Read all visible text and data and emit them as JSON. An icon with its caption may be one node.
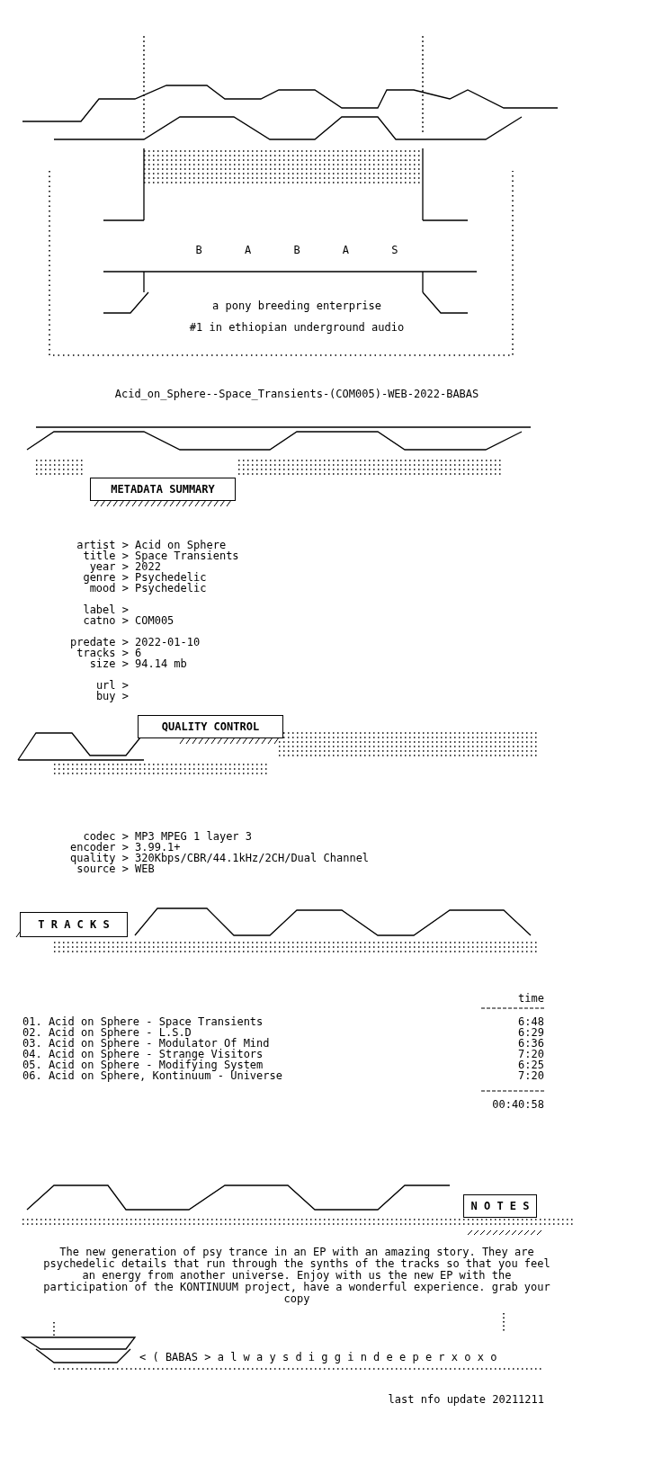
{
  "diagram": {
    "nodes": [
      {
        "text": [
          "METADATA SUMMARY"
        ]
      },
      {
        "text": [
          "QUALITY CONTROL"
        ]
      },
      {
        "text": [
          "T R A C K S"
        ]
      },
      {
        "text": [
          "N O T E S"
        ]
      }
    ],
    "labels": [
      "B A B A S",
      "a pony breeding enterprise",
      "#1 in ethiopian underground audio",
      "Acid_on_Sphere--Space_Transients-(COM005)-WEB-2022-BABAS",
      "artist >",
      "Acid on Sphere",
      "title >",
      "Space Transients",
      "year >",
      "2022",
      "genre >",
      "Psychedelic",
      "mood >",
      "Psychedelic",
      "label >",
      "catno >",
      "COM005",
      "predate >",
      "2022-01-10",
      "tracks >",
      "6",
      "size >",
      "94.14 mb",
      "url >",
      "buy >",
      "codec >",
      "MP3 MPEG 1 layer 3",
      "encoder >",
      "3.99.1+",
      "quality >",
      "320Kbps/CBR/44.1kHz/2CH/Dual Channel",
      "source >",
      "WEB",
      "time",
      "01. Acid on Sphere - Space Transients",
      "6:48",
      "02. Acid on Sphere - L.S.D",
      "6:29",
      "03. Acid on Sphere - Modulator Of Mind",
      "6:36",
      "04. Acid on Sphere - Strange Visitors",
      "7:20",
      "05. Acid on Sphere - Modifying System",
      "6:25",
      "06. Acid on Sphere, Kontinuum - Universe",
      "7:20",
      "00:40:58",
      "The new generation of psy trance in an EP with an amazing story. They are psychedelic details that run through the synths of the tracks so that you feel an energy from another universe. Enjoy with us the new EP with the participation of the KONTINUUM project, have a wonderful experience. grab your copy",
      "< ( BABAS > a l w a y s d i g g i n d e e p e r x o x o",
      "last nfo update 20211211"
    ]
  }
}
